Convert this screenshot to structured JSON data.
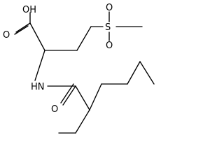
{
  "molecule": {
    "atoms": {
      "hydroxyl": "OH",
      "carboxyl_o": "O",
      "sulfur": "S",
      "sulfonyl_o_top": "O",
      "sulfonyl_o_bottom": "O",
      "amine": "HN",
      "amide_o": "O"
    }
  }
}
